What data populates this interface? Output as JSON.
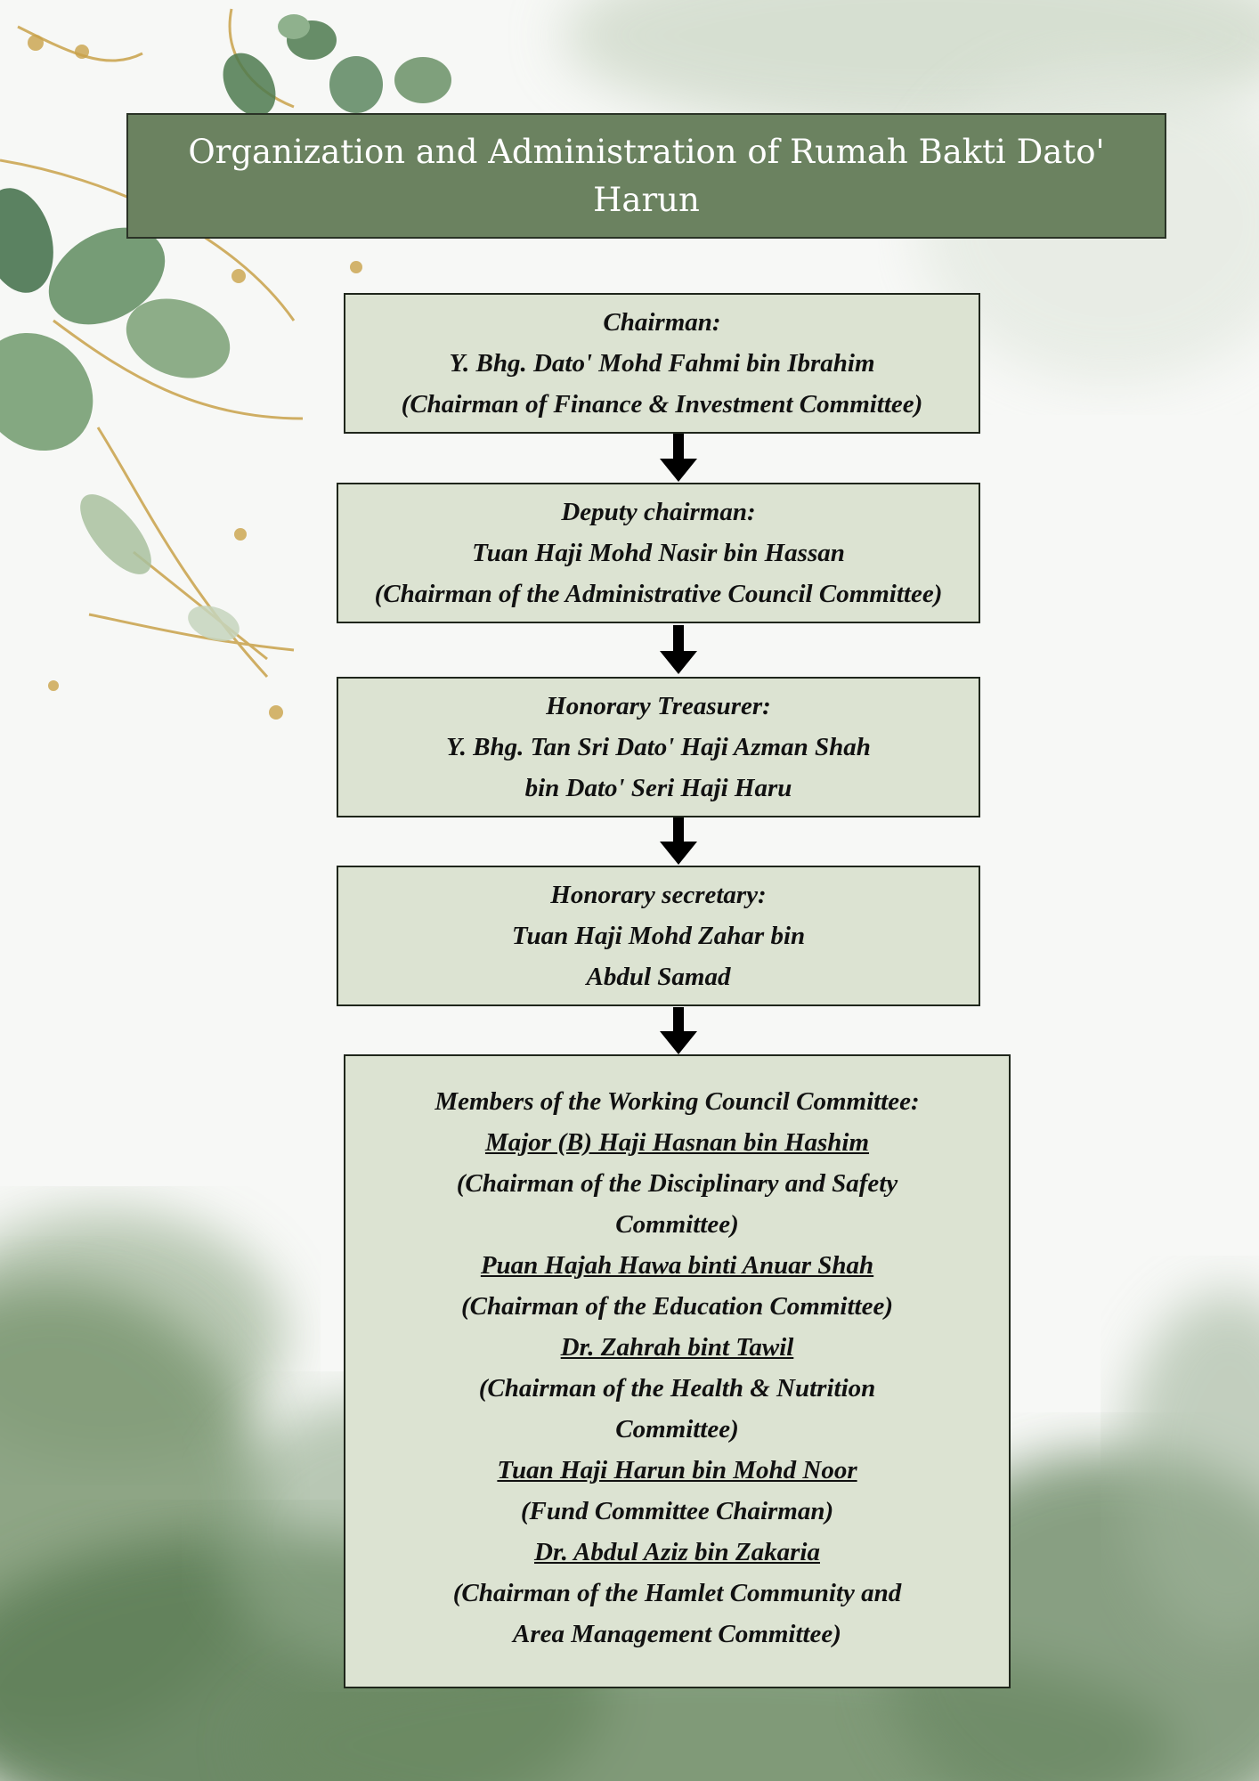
{
  "title": "Organization and Administration of Rumah Bakti Dato' Harun",
  "colors": {
    "title_fill": "#6b8260",
    "box_fill": "#dce3d2",
    "leaf_green": "#4d7a4e",
    "gold_stems": "#c9a24a"
  },
  "nodes": [
    {
      "role": "Chairman:",
      "name": "Y. Bhg. Dato' Mohd Fahmi bin Ibrahim",
      "note": "(Chairman of Finance & Investment Committee)"
    },
    {
      "role": "Deputy chairman:",
      "name": "Tuan Haji Mohd Nasir bin Hassan",
      "note": "(Chairman of the Administrative Council Committee)"
    },
    {
      "role": "Honorary Treasurer:",
      "name_line1": "Y. Bhg. Tan Sri Dato' Haji Azman Shah",
      "name_line2": "bin Dato' Seri Haji Haru"
    },
    {
      "role": "Honorary secretary:",
      "name_line1": "Tuan Haji Mohd Zahar bin",
      "name_line2": "Abdul Samad"
    }
  ],
  "members": {
    "heading": "Members of the Working Council Committee:",
    "list": [
      {
        "name": "Major (B) Haji Hasnan bin Hashim",
        "role_line1": "(Chairman of the Disciplinary and Safety",
        "role_line2": "Committee)"
      },
      {
        "name": "Puan Hajah Hawa binti Anuar Shah",
        "role_line1": "(Chairman of the Education Committee)"
      },
      {
        "name": "Dr. Zahrah bint Tawil",
        "role_line1": "(Chairman of the Health & Nutrition",
        "role_line2": "Committee)"
      },
      {
        "name": "Tuan Haji Harun bin Mohd Noor",
        "role_line1": "(Fund Committee Chairman)"
      },
      {
        "name": "Dr. Abdul Aziz bin Zakaria",
        "role_line1": "(Chairman of the Hamlet Community and",
        "role_line2": "Area Management Committee)"
      }
    ]
  }
}
